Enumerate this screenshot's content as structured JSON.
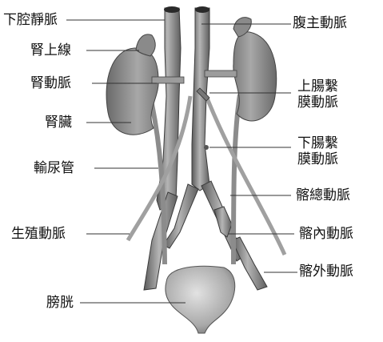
{
  "labels": {
    "inferior_vena_cava": "下腔靜脈",
    "adrenal_gland": "腎上線",
    "renal_artery": "腎動脈",
    "kidney": "腎臟",
    "ureter": "輸尿管",
    "gonadal_artery": "生殖動脈",
    "bladder": "膀胱",
    "abdominal_aorta": "腹主動脈",
    "superior_mesenteric_artery": "上腸繫\n膜動脈",
    "inferior_mesenteric_artery": "下腸繫\n膜動脈",
    "common_iliac_artery": "髂總動脈",
    "internal_iliac_artery": "髂內動脈",
    "external_iliac_artery": "髂外動脈"
  },
  "colors": {
    "organ_dark": "#6f6f6f",
    "organ_mid": "#9a9a9a",
    "organ_light": "#c9c9c9",
    "line": "#333333"
  }
}
